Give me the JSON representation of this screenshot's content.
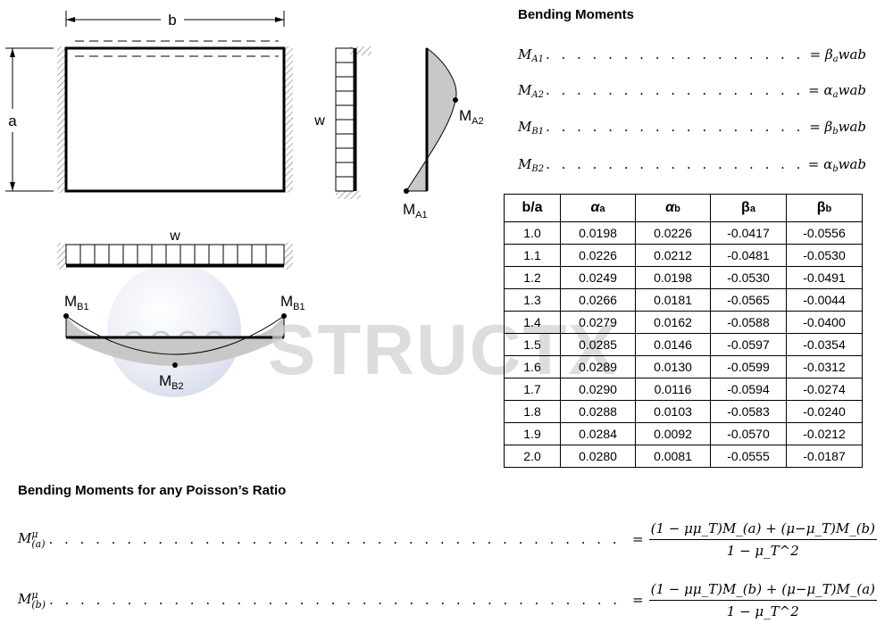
{
  "diagram": {
    "plate_width_label": "b",
    "plate_height_label": "a",
    "load_label_side": "w",
    "load_label_bottom": "w",
    "label_MA1": {
      "main": "M",
      "sub": "A1"
    },
    "label_MA2": {
      "main": "M",
      "sub": "A2"
    },
    "label_MB1_left": {
      "main": "M",
      "sub": "B1"
    },
    "label_MB1_right": {
      "main": "M",
      "sub": "B1"
    },
    "label_MB2": {
      "main": "M",
      "sub": "B2"
    }
  },
  "watermark": {
    "text": "STRUCTX"
  },
  "bending_moments": {
    "title": "Bending Moments",
    "rows": [
      {
        "lhs_main": "M",
        "lhs_sub": "A1",
        "dots": ". . . . . . . . . . . . . . . . . . . . . . . . . . . . . . . . .",
        "rhs_pre": "= β",
        "rhs_sub": "a",
        "rhs_post": "wab"
      },
      {
        "lhs_main": "M",
        "lhs_sub": "A2",
        "dots": ". . . . . . . . . . . . . . . . . . . . . . . . . . . . . . . . .",
        "rhs_pre": "= α",
        "rhs_sub": "a",
        "rhs_post": "wab"
      },
      {
        "lhs_main": "M",
        "lhs_sub": "B1",
        "dots": ". . . . . . . . . . . . . . . . . . . . . . . . . . . . . . . . .",
        "rhs_pre": "= β",
        "rhs_sub": "b",
        "rhs_post": "wab"
      },
      {
        "lhs_main": "M",
        "lhs_sub": "B2",
        "dots": ". . . . . . . . . . . . . . . . . . . . . . . . . . . . . . . . .",
        "rhs_pre": "= α",
        "rhs_sub": "b",
        "rhs_post": "wab"
      }
    ]
  },
  "table": {
    "headers": [
      {
        "main": "b/a",
        "sub": ""
      },
      {
        "main": "α",
        "sub": "a"
      },
      {
        "main": "α",
        "sub": "b"
      },
      {
        "main": "β",
        "sub": "a"
      },
      {
        "main": "β",
        "sub": "b"
      }
    ],
    "rows": [
      [
        "1.0",
        "0.0198",
        "0.0226",
        "-0.0417",
        "-0.0556"
      ],
      [
        "1.1",
        "0.0226",
        "0.0212",
        "-0.0481",
        "-0.0530"
      ],
      [
        "1.2",
        "0.0249",
        "0.0198",
        "-0.0530",
        "-0.0491"
      ],
      [
        "1.3",
        "0.0266",
        "0.0181",
        "-0.0565",
        "-0.0044"
      ],
      [
        "1.4",
        "0.0279",
        "0.0162",
        "-0.0588",
        "-0.0400"
      ],
      [
        "1.5",
        "0.0285",
        "0.0146",
        "-0.0597",
        "-0.0354"
      ],
      [
        "1.6",
        "0.0289",
        "0.0130",
        "-0.0599",
        "-0.0312"
      ],
      [
        "1.7",
        "0.0290",
        "0.0116",
        "-0.0594",
        "-0.0274"
      ],
      [
        "1.8",
        "0.0288",
        "0.0103",
        "-0.0583",
        "-0.0240"
      ],
      [
        "1.9",
        "0.0284",
        "0.0092",
        "-0.0570",
        "-0.0212"
      ],
      [
        "2.0",
        "0.0280",
        "0.0081",
        "-0.0555",
        "-0.0187"
      ]
    ]
  },
  "poisson": {
    "title": "Bending Moments for any Poisson’s Ratio",
    "rows": [
      {
        "lhs_main": "M",
        "lhs_sup": "μ",
        "lhs_sub": "(a)",
        "dots": ". . . . . . . . . . . . . . . . . . . . . . . . . . . . . . . . . . . . . . . . . . . . . . . . . . . . . . . . . . . . . . . . . . . . . . . . . . . . . . . . . . . . . . . . . . . .",
        "eq": "=",
        "numerator": "(1 − μμ_T)M_(a) + (μ−μ_T)M_(b)",
        "denominator": "1 − μ_T^2"
      },
      {
        "lhs_main": "M",
        "lhs_sup": "μ",
        "lhs_sub": "(b)",
        "dots": ". . . . . . . . . . . . . . . . . . . . . . . . . . . . . . . . . . . . . . . . . . . . . . . . . . . . . . . . . . . . . . . . . . . . . . . . . . . . . . . . . . . . . . . . . . . .",
        "eq": "=",
        "numerator": "(1 − μμ_T)M_(b) + (μ−μ_T)M_(a)",
        "denominator": "1 − μ_T^2"
      }
    ]
  }
}
